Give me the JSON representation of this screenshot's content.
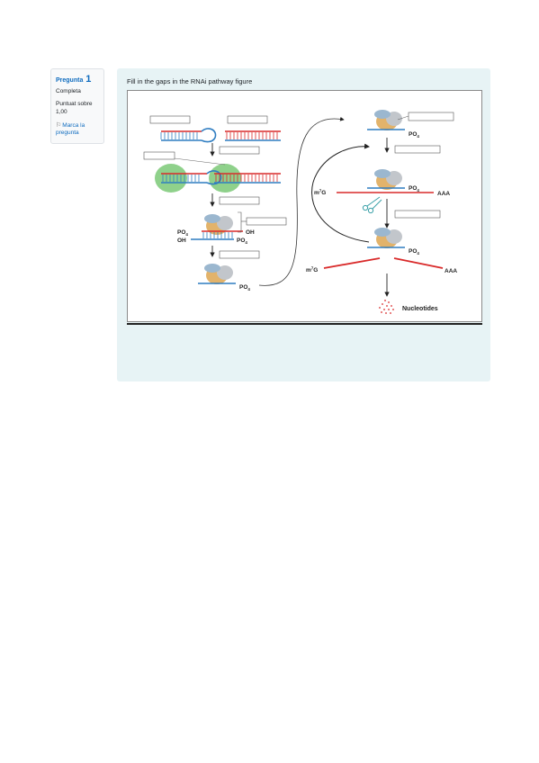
{
  "question": {
    "label": "Pregunta",
    "number": "1",
    "state": "Completa",
    "grade": "Puntuat sobre 1,00",
    "flag_label": "Marca la pregunta",
    "text": "Fill in the gaps in the RNAi pathway figure"
  },
  "figure": {
    "labels": {
      "po4": "PO",
      "po4_sub": "4",
      "oh": "OH",
      "m7g": "m",
      "m7g_sup": "7",
      "m7g_g": "G",
      "aaa": "AAA",
      "nucleotides": "Nucleotides"
    },
    "colors": {
      "rna_red": "#d92a2a",
      "rna_blue": "#2f7dc1",
      "dicer_green": "#8fd18b",
      "risc_tan": "#e2b36b",
      "risc_blue": "#9bb7cf",
      "risc_grey": "#c2c6cb"
    }
  }
}
